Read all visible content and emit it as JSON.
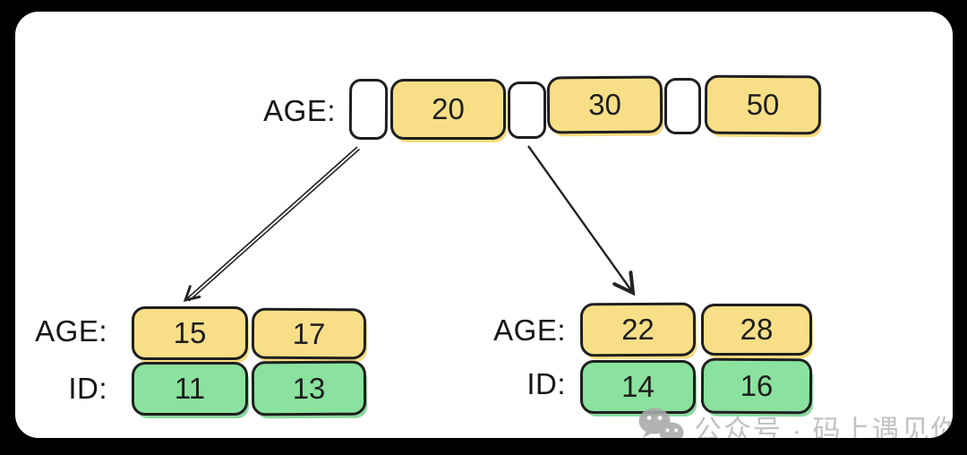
{
  "root_node": {
    "label": "AGE:",
    "keys": [
      "20",
      "30",
      "50"
    ]
  },
  "left_leaf": {
    "age_label": "AGE:",
    "ages": [
      "15",
      "17"
    ],
    "id_label": "ID:",
    "ids": [
      "11",
      "13"
    ]
  },
  "right_leaf": {
    "age_label": "AGE:",
    "ages": [
      "22",
      "28"
    ],
    "id_label": "ID:",
    "ids": [
      "14",
      "16"
    ]
  },
  "watermark": {
    "icon": "wechat-icon",
    "text": "公众号 · 码上遇见你"
  },
  "colors": {
    "key_box_fill": "#f8df87",
    "id_box_fill": "#8ae29e",
    "stroke": "#1f1f1f",
    "arrow": "#242424",
    "watermark_gray": "#bfbfbf",
    "canvas": "#ffffff",
    "background": "#000000"
  }
}
